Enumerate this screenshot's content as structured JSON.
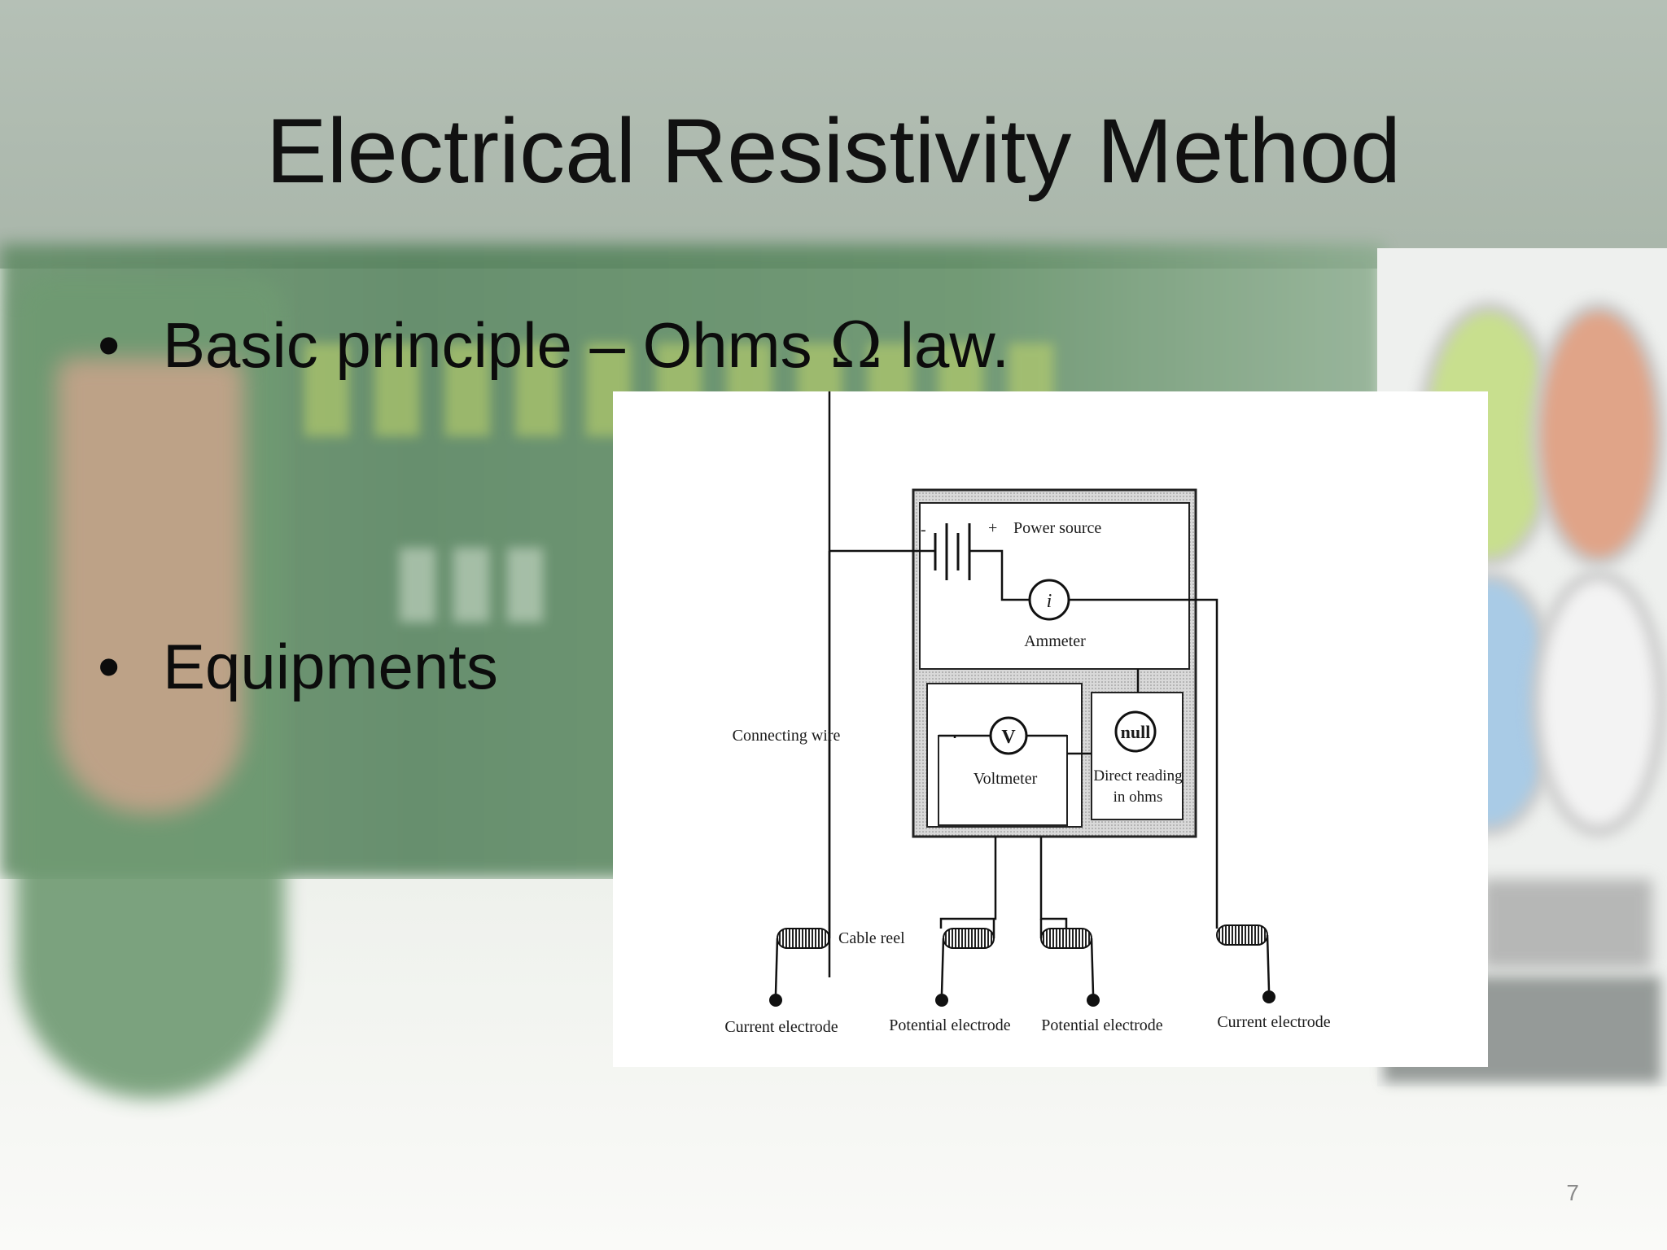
{
  "slide": {
    "title": "Electrical Resistivity Method",
    "bullets": [
      {
        "marker": "•",
        "text_before": "Basic principle – Ohms ",
        "symbol": "Ω",
        "text_after": " law."
      },
      {
        "marker": "•",
        "text_before": "Equipments",
        "symbol": "",
        "text_after": ""
      }
    ],
    "page_number": "7"
  },
  "diagram": {
    "labels": {
      "minus": "-",
      "plus": "+",
      "power_source": "Power source",
      "ammeter_symbol": "i",
      "ammeter": "Ammeter",
      "connecting_wire": "Connecting wire",
      "voltmeter_symbol": "V",
      "voltmeter": "Voltmeter",
      "null": "null",
      "direct_reading_1": "Direct reading",
      "direct_reading_2": "in ohms",
      "cable_reel": "Cable reel",
      "current_electrode_left": "Current electrode",
      "potential_electrode_1": "Potential electrode",
      "potential_electrode_2": "Potential electrode",
      "current_electrode_right": "Current electrode"
    }
  }
}
